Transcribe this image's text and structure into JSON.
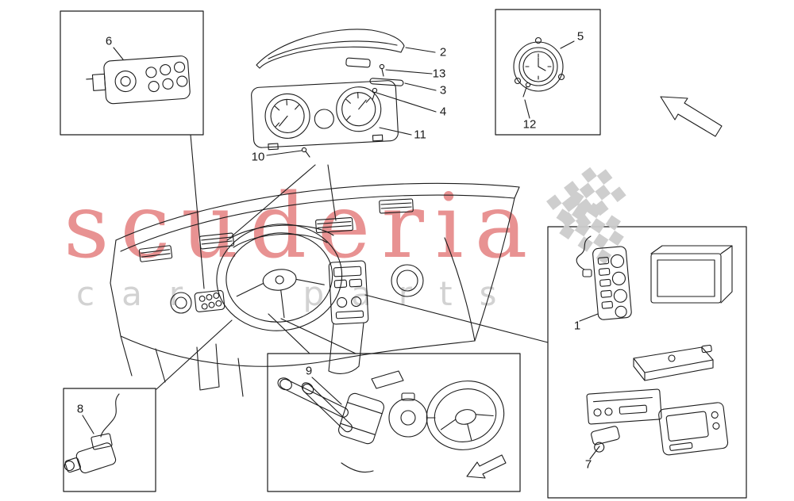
{
  "watermark": {
    "brand": "scuderia",
    "subtext": "car parts",
    "brand_color": "#d94a4a",
    "subtext_color": "#d2d2d2"
  },
  "diagram": {
    "line_color": "#1c1c1c",
    "flag_color": "#cccccc",
    "background": "#ffffff"
  },
  "callouts": {
    "c1": "1",
    "c2": "2",
    "c3": "3",
    "c4": "4",
    "c5": "5",
    "c6": "6",
    "c7": "7",
    "c8": "8",
    "c9": "9",
    "c10": "10",
    "c11": "11",
    "c12": "12",
    "c13": "13"
  }
}
